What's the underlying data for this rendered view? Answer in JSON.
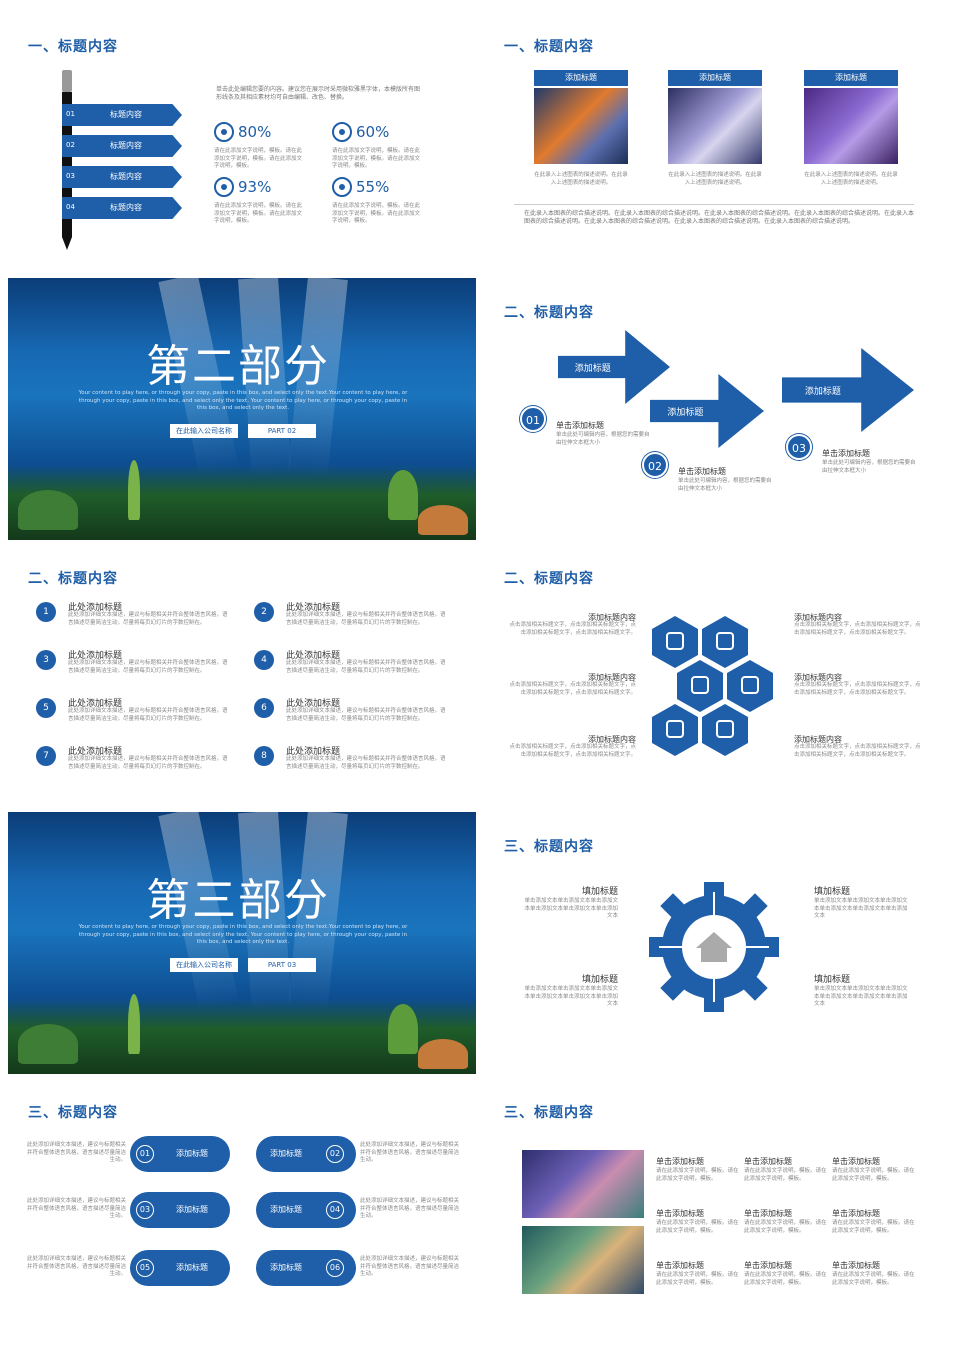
{
  "slide1": {
    "title": "一、标题内容",
    "tabs": [
      {
        "num": "01",
        "label": "标题内容"
      },
      {
        "num": "02",
        "label": "标题内容"
      },
      {
        "num": "03",
        "label": "标题内容"
      },
      {
        "num": "04",
        "label": "标题内容"
      }
    ],
    "intro": "单击此处编辑您要的内容。建议您在展示时采用微软雅黑字体，本模版所有图形线条及其相应素材均可自由编辑、改色、替换。",
    "stats": [
      {
        "value": "80%",
        "desc": "请在此添加文字说明，模板。请在此添加文字说明，模板。请在此添加文字说明，模板。",
        "icon": "alarm-clock-icon"
      },
      {
        "value": "60%",
        "desc": "请在此添加文字说明，模板。请在此添加文字说明，模板。请在此添加文字说明，模板。",
        "icon": "runner-icon"
      },
      {
        "value": "93%",
        "desc": "请在此添加文字说明，模板。请在此添加文字说明，模板。请在此添加文字说明，模板。",
        "icon": "swimmer-icon"
      },
      {
        "value": "55%",
        "desc": "请在此添加文字说明，模板。请在此添加文字说明，模板。请在此添加文字说明，模板。",
        "icon": "lightbulb-icon"
      }
    ]
  },
  "slide2": {
    "title": "一、标题内容",
    "cards": [
      {
        "label": "添加标题",
        "desc": "在此录入上述图表的描述说明。在此录入上述图表的描述说明。"
      },
      {
        "label": "添加标题",
        "desc": "在此录入上述图表的描述说明。在此录入上述图表的描述说明。"
      },
      {
        "label": "添加标题",
        "desc": "在此录入上述图表的描述说明。在此录入上述图表的描述说明。"
      }
    ],
    "footer": "在此录入本图表的综合描述说明。在此录入本图表的综合描述说明。在此录入本图表的综合描述说明。在此录入本图表的综合描述说明。在此录入本图表的综合描述说明。在此录入本图表的综合描述说明。在此录入本图表的综合描述说明。在此录入本图表的综合描述说明。"
  },
  "slide3": {
    "heading": "第二部分",
    "sub": "Your content to play here, or through your copy, paste in this box, and select only the text.Your content to play here, or through your copy, paste in this box, and select only the text. Your content to play here, or through your copy, paste in this box, and select only the text.",
    "company": "在此输入公司名称",
    "part": "PART 02"
  },
  "slide4": {
    "title": "二、标题内容",
    "arrows": [
      {
        "label": "添加标题",
        "num": "01",
        "head": "单击添加标题",
        "desc": "单击此处可编辑内容，根据您的需要自由拉伸文本框大小"
      },
      {
        "label": "添加标题",
        "num": "02",
        "head": "单击添加标题",
        "desc": "单击此处可编辑内容，根据您的需要自由拉伸文本框大小"
      },
      {
        "label": "添加标题",
        "num": "03",
        "head": "单击添加标题",
        "desc": "单击此处可编辑内容，根据您的需要自由拉伸文本框大小"
      }
    ]
  },
  "slide5": {
    "title": "二、标题内容",
    "items": [
      {
        "num": "1",
        "head": "此处添加标题",
        "desc": "此处添加详细文本描述，建议与标题相关并符合整体语言风格，语言描述尽量简洁生动，尽量将每页幻灯片的字数控制在。"
      },
      {
        "num": "2",
        "head": "此处添加标题",
        "desc": "此处添加详细文本描述，建议与标题相关并符合整体语言风格，语言描述尽量简洁生动，尽量将每页幻灯片的字数控制在。"
      },
      {
        "num": "3",
        "head": "此处添加标题",
        "desc": "此处添加详细文本描述，建议与标题相关并符合整体语言风格，语言描述尽量简洁生动，尽量将每页幻灯片的字数控制在。"
      },
      {
        "num": "4",
        "head": "此处添加标题",
        "desc": "此处添加详细文本描述，建议与标题相关并符合整体语言风格，语言描述尽量简洁生动，尽量将每页幻灯片的字数控制在。"
      },
      {
        "num": "5",
        "head": "此处添加标题",
        "desc": "此处添加详细文本描述，建议与标题相关并符合整体语言风格，语言描述尽量简洁生动，尽量将每页幻灯片的字数控制在。"
      },
      {
        "num": "6",
        "head": "此处添加标题",
        "desc": "此处添加详细文本描述，建议与标题相关并符合整体语言风格，语言描述尽量简洁生动，尽量将每页幻灯片的字数控制在。"
      },
      {
        "num": "7",
        "head": "此处添加标题",
        "desc": "此处添加详细文本描述，建议与标题相关并符合整体语言风格，语言描述尽量简洁生动，尽量将每页幻灯片的字数控制在。"
      },
      {
        "num": "8",
        "head": "此处添加标题",
        "desc": "此处添加详细文本描述，建议与标题相关并符合整体语言风格，语言描述尽量简洁生动，尽量将每页幻灯片的字数控制在。"
      }
    ]
  },
  "slide6": {
    "title": "二、标题内容",
    "labels": [
      {
        "head": "添加标题内容",
        "desc": "点击添加相关标题文字，点击添加相关标题文字，点击添加相关标题文字，点击添加相关标题文字。"
      },
      {
        "head": "添加标题内容",
        "desc": "点击添加相关标题文字，点击添加相关标题文字，点击添加相关标题文字，点击添加相关标题文字。"
      },
      {
        "head": "添加标题内容",
        "desc": "点击添加相关标题文字，点击添加相关标题文字，点击添加相关标题文字，点击添加相关标题文字。"
      },
      {
        "head": "添加标题内容",
        "desc": "点击添加相关标题文字，点击添加相关标题文字，点击添加相关标题文字，点击添加相关标题文字。"
      },
      {
        "head": "添加标题内容",
        "desc": "点击添加相关标题文字，点击添加相关标题文字，点击添加相关标题文字，点击添加相关标题文字。"
      },
      {
        "head": "添加标题内容",
        "desc": "点击添加相关标题文字，点击添加相关标题文字，点击添加相关标题文字，点击添加相关标题文字。"
      }
    ]
  },
  "slide7": {
    "heading": "第三部分",
    "sub": "Your content to play here, or through your copy, paste in this box, and select only the text.Your content to play here, or through your copy, paste in this box, and select only the text. Your content to play here, or through your copy, paste in this box, and select only the text.",
    "company": "在此输入公司名称",
    "part": "PART 03"
  },
  "slide8": {
    "title": "三、标题内容",
    "blocks": [
      {
        "head": "填加标题",
        "desc": "单击添加文本单击添加文本单击添加文本单击添加文本单击添加文本单击添加文本"
      },
      {
        "head": "填加标题",
        "desc": "单击添加文本单击添加文本单击添加文本单击添加文本单击添加文本单击添加文本"
      },
      {
        "head": "填加标题",
        "desc": "单击添加文本单击添加文本单击添加文本单击添加文本单击添加文本单击添加文本"
      },
      {
        "head": "填加标题",
        "desc": "单击添加文本单击添加文本单击添加文本单击添加文本单击添加文本单击添加文本"
      }
    ]
  },
  "slide9": {
    "title": "三、标题内容",
    "pills": [
      {
        "num": "01",
        "label": "添加标题",
        "desc": "此处添加详细文本描述，建议与标题相关并符合整体语言风格，语言描述尽量简洁生动。"
      },
      {
        "num": "02",
        "label": "添加标题",
        "desc": "此处添加详细文本描述，建议与标题相关并符合整体语言风格，语言描述尽量简洁生动。"
      },
      {
        "num": "03",
        "label": "添加标题",
        "desc": "此处添加详细文本描述，建议与标题相关并符合整体语言风格，语言描述尽量简洁生动。"
      },
      {
        "num": "04",
        "label": "添加标题",
        "desc": "此处添加详细文本描述，建议与标题相关并符合整体语言风格，语言描述尽量简洁生动。"
      },
      {
        "num": "05",
        "label": "添加标题",
        "desc": "此处添加详细文本描述，建议与标题相关并符合整体语言风格，语言描述尽量简洁生动。"
      },
      {
        "num": "06",
        "label": "添加标题",
        "desc": "此处添加详细文本描述，建议与标题相关并符合整体语言风格，语言描述尽量简洁生动。"
      }
    ]
  },
  "slide10": {
    "title": "三、标题内容",
    "cells": [
      {
        "head": "单击添加标题",
        "desc": "请在此添加文字说明，模板。请在此添加文字说明，模板。"
      },
      {
        "head": "单击添加标题",
        "desc": "请在此添加文字说明，模板。请在此添加文字说明，模板。"
      },
      {
        "head": "单击添加标题",
        "desc": "请在此添加文字说明，模板。请在此添加文字说明，模板。"
      },
      {
        "head": "单击添加标题",
        "desc": "请在此添加文字说明，模板。请在此添加文字说明，模板。"
      },
      {
        "head": "单击添加标题",
        "desc": "请在此添加文字说明，模板。请在此添加文字说明，模板。"
      },
      {
        "head": "单击添加标题",
        "desc": "请在此添加文字说明，模板。请在此添加文字说明，模板。"
      },
      {
        "head": "单击添加标题",
        "desc": "请在此添加文字说明，模板。请在此添加文字说明，模板。"
      },
      {
        "head": "单击添加标题",
        "desc": "请在此添加文字说明，模板。请在此添加文字说明，模板。"
      },
      {
        "head": "单击添加标题",
        "desc": "请在此添加文字说明，模板。请在此添加文字说明，模板。"
      }
    ]
  },
  "colors": {
    "accent": "#1f5ea8",
    "text": "#333333",
    "muted": "#777777"
  }
}
